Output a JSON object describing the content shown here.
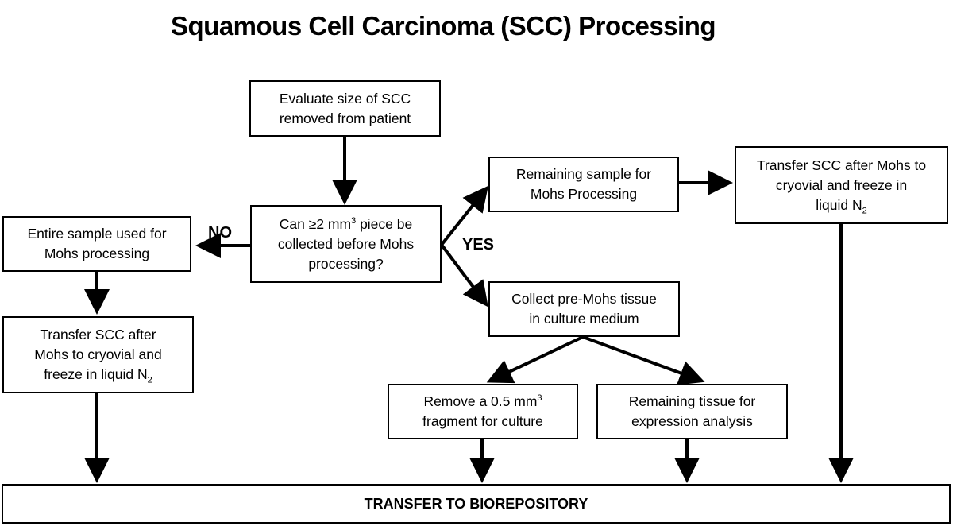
{
  "title": "Squamous Cell Carcinoma (SCC) Processing",
  "nodes": {
    "evaluate": {
      "line1": "Evaluate size of SCC",
      "line2": "removed from patient"
    },
    "decision": {
      "line1_pre": "Can ≥2 mm",
      "line1_sup": "3",
      "line1_post": " piece be",
      "line2": "collected before Mohs",
      "line3": "processing?"
    },
    "entire": {
      "line1": "Entire sample used for",
      "line2": "Mohs processing"
    },
    "transfer_left": {
      "line1": "Transfer SCC after",
      "line2": "Mohs to cryovial and",
      "line3_pre": "freeze in liquid N",
      "line3_sub": "2"
    },
    "remaining_mohs": {
      "line1": "Remaining sample for",
      "line2": "Mohs Processing"
    },
    "transfer_right": {
      "line1": "Transfer SCC after Mohs to",
      "line2": "cryovial and freeze in",
      "line3_pre": "liquid N",
      "line3_sub": "2"
    },
    "collect": {
      "line1": "Collect pre-Mohs tissue",
      "line2": "in culture medium"
    },
    "remove": {
      "line1_pre": "Remove a 0.5 mm",
      "line1_sup": "3",
      "line2": "fragment for culture"
    },
    "expression": {
      "line1": "Remaining tissue for",
      "line2": "expression analysis"
    },
    "biorepository": {
      "label": "TRANSFER TO BIOREPOSITORY"
    }
  },
  "edge_labels": {
    "no": "NO",
    "yes": "YES"
  }
}
